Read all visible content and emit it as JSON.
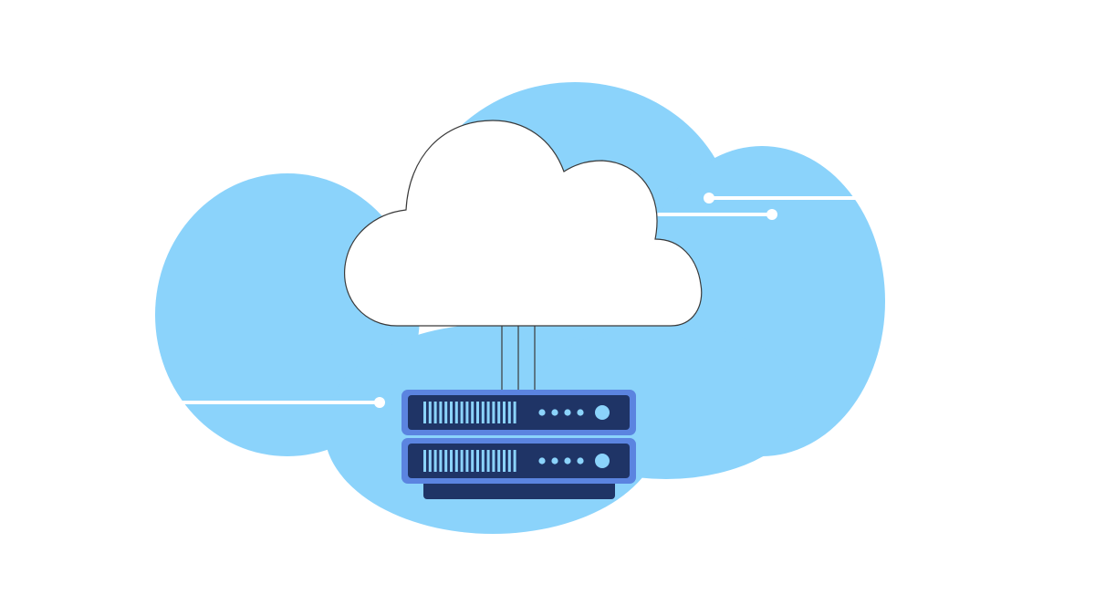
{
  "illustration": {
    "subject": "cloud-server-illustration",
    "icons": [
      "background-cloud-icon",
      "foreground-cloud-icon",
      "server-rack-icon",
      "circuit-line-icon"
    ],
    "colors": {
      "background": "#ffffff",
      "cloud_back": "#8bd3fb",
      "cloud_front": "#ffffff",
      "cloud_outline": "#3a3a3a",
      "server_frame": "#5b84e0",
      "server_face": "#1f3466",
      "server_base": "#1f3466",
      "server_accent": "#8bd3fb",
      "circuit_line": "#ffffff"
    },
    "server": {
      "unit_count": 2,
      "leds_per_unit": 4,
      "vent_slots_per_unit": 18
    }
  }
}
